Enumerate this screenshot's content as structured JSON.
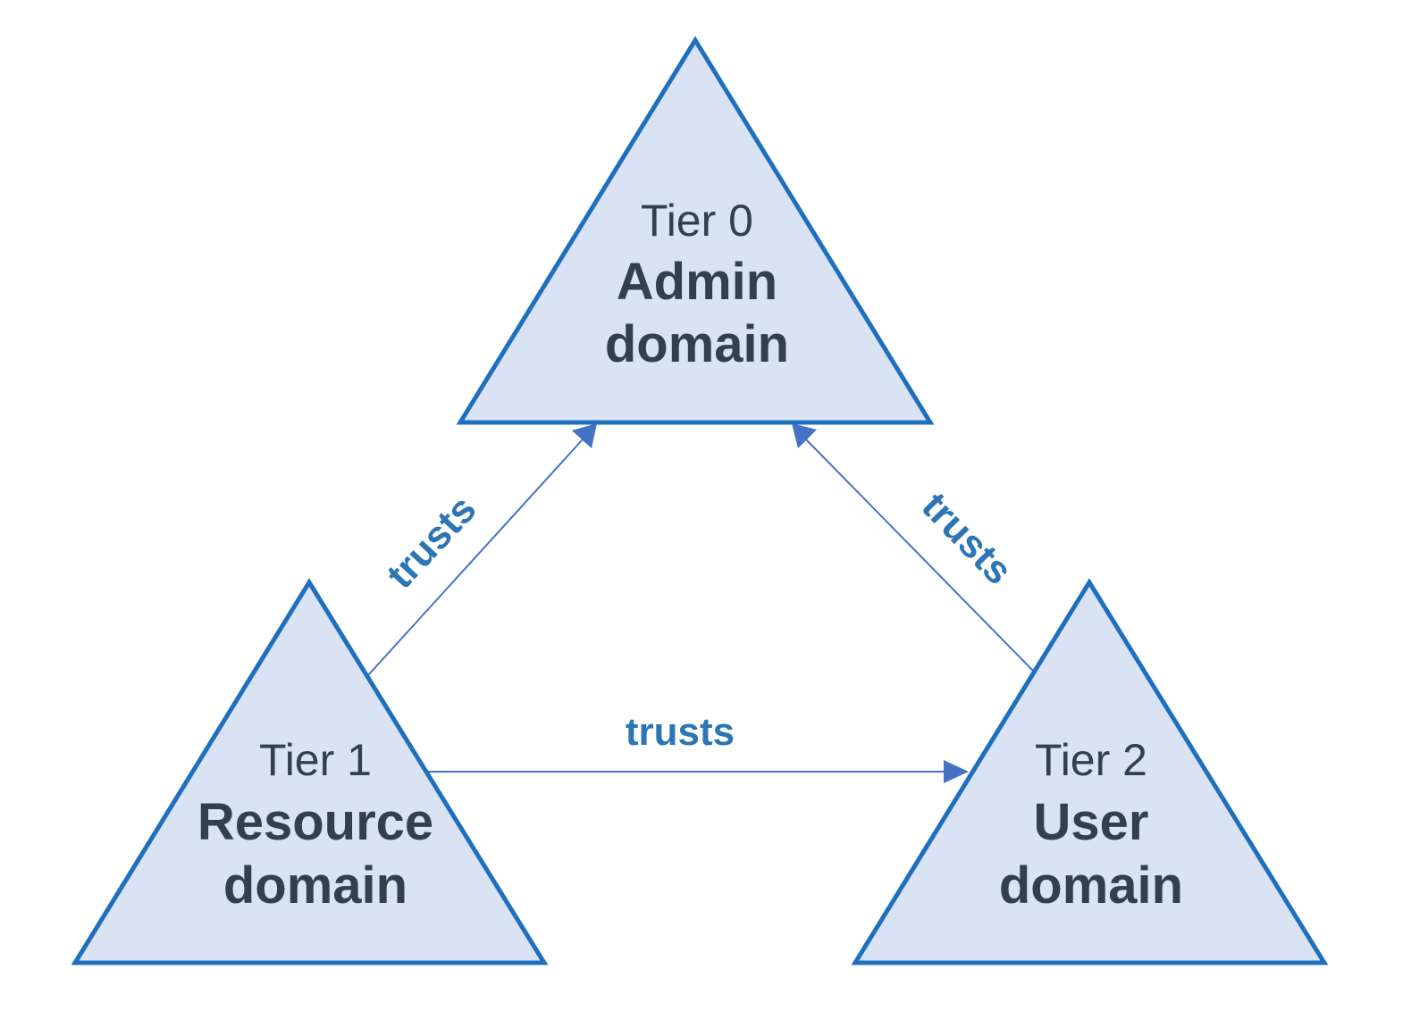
{
  "nodes": [
    {
      "id": "tier0",
      "tier": "Tier 0",
      "name_line1": "Admin",
      "name_line2": "domain"
    },
    {
      "id": "tier1",
      "tier": "Tier 1",
      "name_line1": "Resource",
      "name_line2": "domain"
    },
    {
      "id": "tier2",
      "tier": "Tier 2",
      "name_line1": "User",
      "name_line2": "domain"
    }
  ],
  "edges": [
    {
      "from": "tier1",
      "to": "tier0",
      "label": "trusts"
    },
    {
      "from": "tier2",
      "to": "tier0",
      "label": "trusts"
    },
    {
      "from": "tier1",
      "to": "tier2",
      "label": "trusts"
    }
  ],
  "colors": {
    "triangle_fill": "#dae3f3",
    "triangle_stroke": "#1f6fbf",
    "arrow": "#4472c4",
    "edge_label": "#2e75b6",
    "node_text": "#333f50"
  }
}
